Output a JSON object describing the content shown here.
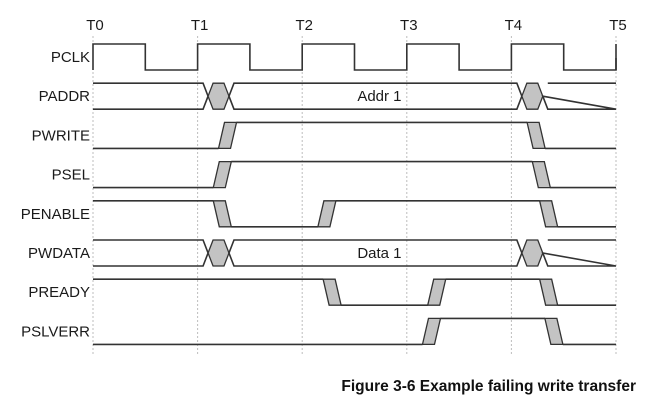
{
  "diagram": {
    "type": "timing-diagram",
    "caption": "Figure 3-6 Example failing write transfer",
    "time_markers": [
      "T0",
      "T1",
      "T2",
      "T3",
      "T4",
      "T5"
    ],
    "signals": [
      {
        "name": "PCLK",
        "kind": "clock",
        "periods": 5,
        "start_level": "high"
      },
      {
        "name": "PADDR",
        "kind": "bus",
        "segments": [
          {
            "from": 0,
            "to": 1.1,
            "value": ""
          },
          {
            "from": 1.3,
            "to": 4.1,
            "value": "Addr 1"
          },
          {
            "from": 4.3,
            "to": 5,
            "value": ""
          }
        ]
      },
      {
        "name": "PWRITE",
        "kind": "logic",
        "initial": "low",
        "edges": [
          {
            "at": 1.2,
            "to": "high"
          },
          {
            "at": 4.15,
            "to": "low"
          }
        ]
      },
      {
        "name": "PSEL",
        "kind": "logic",
        "initial": "low",
        "edges": [
          {
            "at": 1.15,
            "to": "high"
          },
          {
            "at": 4.2,
            "to": "low"
          }
        ]
      },
      {
        "name": "PENABLE",
        "kind": "logic",
        "initial": "high",
        "edges": [
          {
            "at": 1.15,
            "to": "low"
          },
          {
            "at": 2.15,
            "to": "high"
          },
          {
            "at": 4.27,
            "to": "low"
          }
        ]
      },
      {
        "name": "PWDATA",
        "kind": "bus",
        "segments": [
          {
            "from": 0,
            "to": 1.1,
            "value": ""
          },
          {
            "from": 1.3,
            "to": 4.1,
            "value": "Data 1"
          },
          {
            "from": 4.3,
            "to": 5,
            "value": ""
          }
        ]
      },
      {
        "name": "PREADY",
        "kind": "logic",
        "initial": "high",
        "edges": [
          {
            "at": 2.2,
            "to": "low"
          },
          {
            "at": 3.2,
            "to": "high"
          },
          {
            "at": 4.27,
            "to": "low"
          }
        ]
      },
      {
        "name": "PSLVERR",
        "kind": "logic",
        "initial": "low",
        "edges": [
          {
            "at": 3.15,
            "to": "high"
          },
          {
            "at": 4.32,
            "to": "low"
          }
        ]
      }
    ],
    "colors": {
      "wave": "#333333",
      "transition_fill": "#c3c3c3",
      "grid": "#bdbdbd",
      "text": "#1a1a1a"
    }
  }
}
